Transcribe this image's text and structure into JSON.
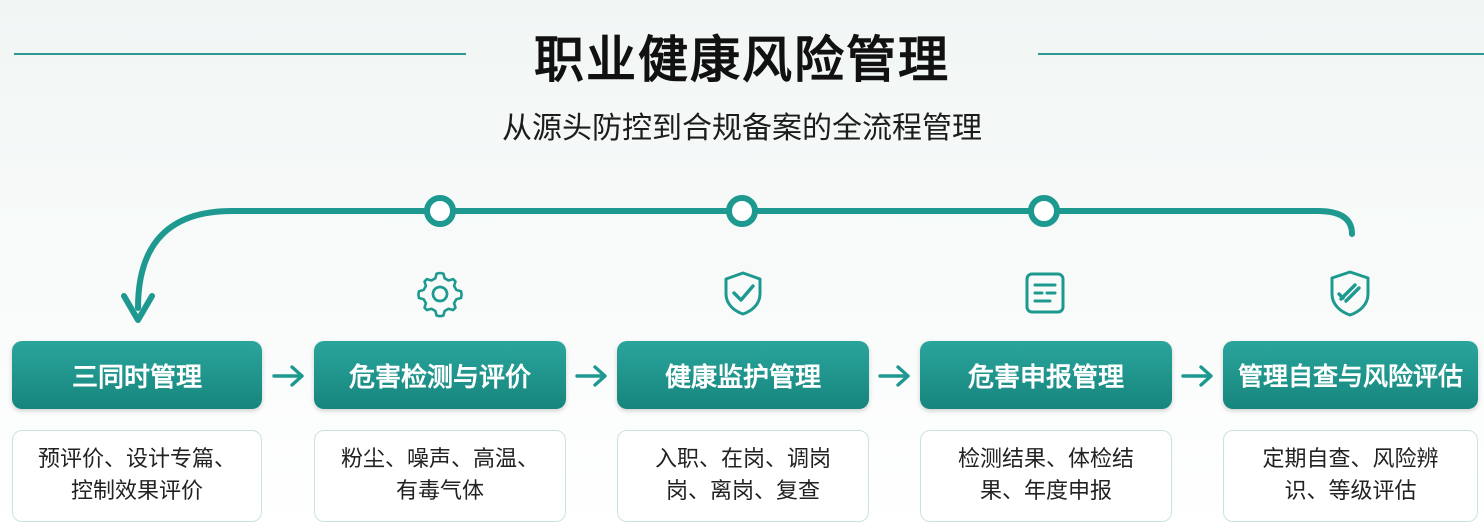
{
  "header": {
    "title": "职业健康风险管理",
    "subtitle": "从源头防控到合规备案的全流程管理"
  },
  "colors": {
    "accent": "#1e9990",
    "accent_dark": "#16857d",
    "text": "#111111",
    "box_border": "#c9e3e0"
  },
  "steps": [
    {
      "label": "三同时管理",
      "icon": "",
      "description": "预评价、设计专篇、控制效果评价"
    },
    {
      "label": "危害检测与评价",
      "icon": "gear-icon",
      "description": "粉尘、噪声、高温、有毒气体"
    },
    {
      "label": "健康监护管理",
      "icon": "shield-check-icon",
      "description": "入职、在岗、调岗岗、离岗、复查"
    },
    {
      "label": "危害申报管理",
      "icon": "report-document-icon",
      "description": "检测结果、体检结果、年度申报"
    },
    {
      "label": "管理自查与风险评估",
      "icon": "shield-list-icon",
      "description": "定期自查、风险辨识、等级评估"
    }
  ]
}
